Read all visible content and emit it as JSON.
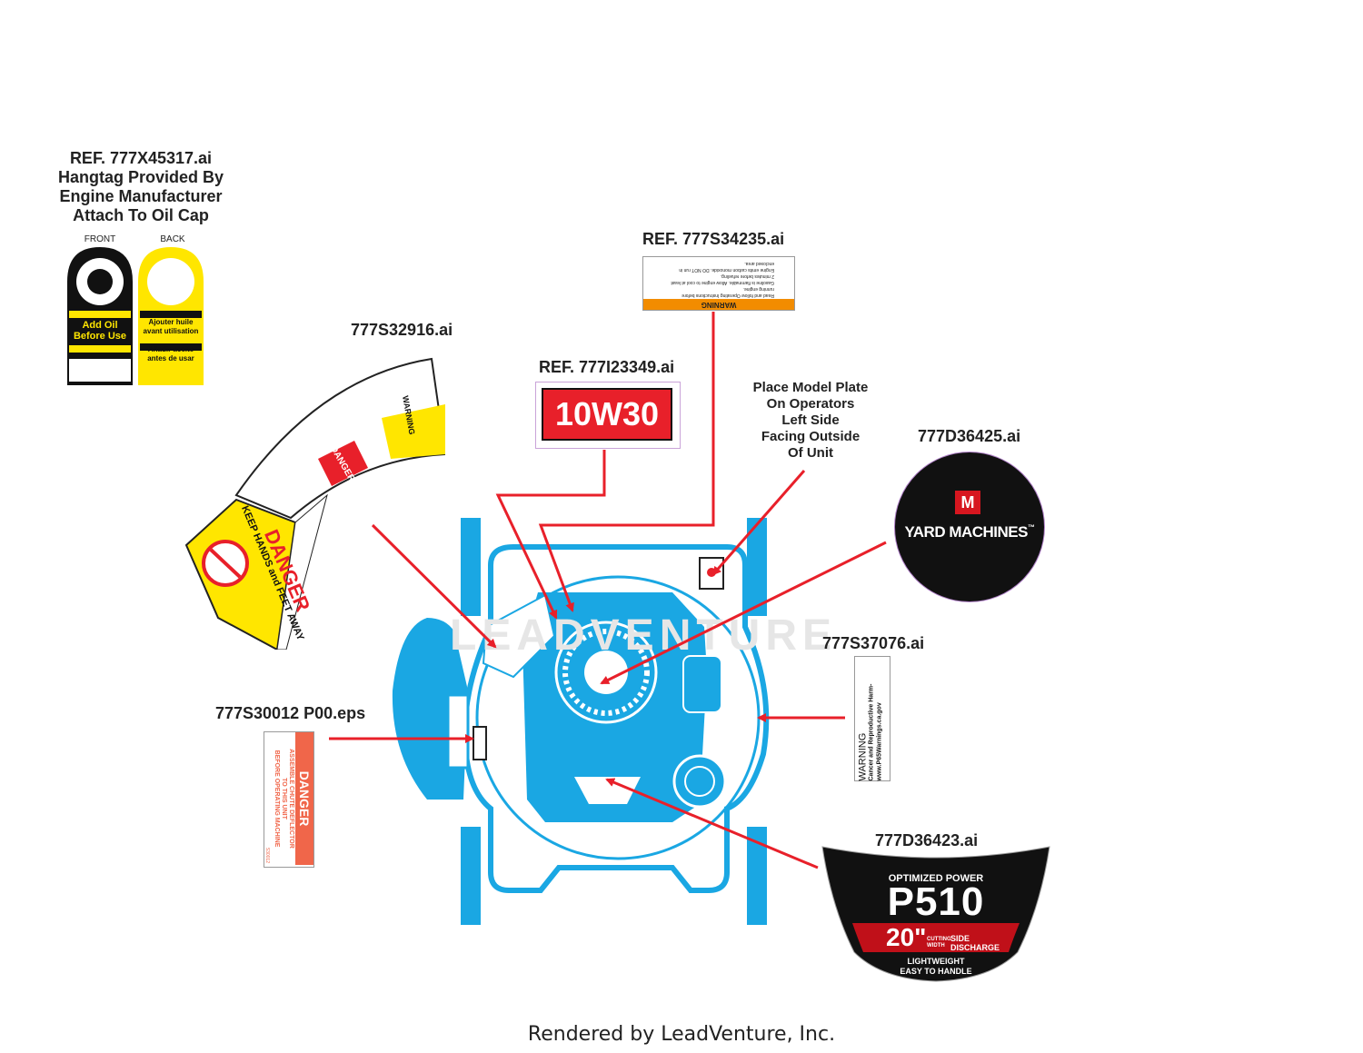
{
  "hangtag": {
    "ref": "REF. 777X45317.ai",
    "line1": "Hangtag Provided By",
    "line2": "Engine Manufacturer",
    "line3": "Attach To Oil Cap",
    "front_label": "FRONT",
    "back_label": "BACK",
    "front_text1": "Add Oil",
    "front_text2": "Before Use",
    "back_text1": "Ajouter huile",
    "back_text2": "avant utilisation",
    "back_text3": "Añadir aceite",
    "back_text4": "antes de usar"
  },
  "ref_34235": {
    "ref": "REF. 777S34235.ai",
    "warning": "WARNING",
    "line1": "Read and follow Operating Instructions before",
    "line2": "running engine.",
    "line3": "Gasoline is flammable. Allow engine to cool at least",
    "line4": "2 minutes before refueling.",
    "line5": "Engine emits carbon monoxide. DO NOT run in",
    "line6": "enclosed area."
  },
  "label_32916": {
    "ref": "777S32916.ai",
    "warning": "WARNING",
    "danger": "DANGER",
    "danger_big": "DANGER",
    "keep": "KEEP HANDS and FEET AWAY"
  },
  "oil_label": {
    "ref": "REF. 777I23349.ai",
    "text": "10W30"
  },
  "model_plate": {
    "line1": "Place Model Plate",
    "line2": "On Operators",
    "line3": "Left Side",
    "line4": "Facing Outside",
    "line5": "Of Unit"
  },
  "logo_decal": {
    "ref": "777D36425.ai",
    "brand": "YARD MACHINES",
    "tm": "™"
  },
  "prop65": {
    "ref": "777S37076.ai",
    "warning": "WARNING",
    "line1": "Cancer and Reproductive Harm-",
    "line2": "www.P65Warnings.ca.gov"
  },
  "chute": {
    "ref": "777S30012 P00.eps",
    "danger": "DANGER",
    "line1": "ASSEMBLE CHUTE DEFLECTOR",
    "line2": "TO THIS UNIT",
    "line3": "BEFORE OPERATING MACHINE",
    "code": "S30012"
  },
  "p510": {
    "ref": "777D36423.ai",
    "line1": "OPTIMIZED POWER",
    "model": "P510",
    "width": "20\"",
    "cutting1": "CUTTING",
    "cutting2": "WIDTH",
    "side1": "SIDE",
    "side2": "DISCHARGE",
    "line3": "LIGHTWEIGHT",
    "line4": "EASY TO HANDLE"
  },
  "footer": "Rendered by LeadVenture, Inc.",
  "colors": {
    "mower_blue": "#1aa7e3",
    "arrow_red": "#e8202a",
    "danger_yellow": "#ffe600",
    "warning_orange": "#f28c00"
  }
}
